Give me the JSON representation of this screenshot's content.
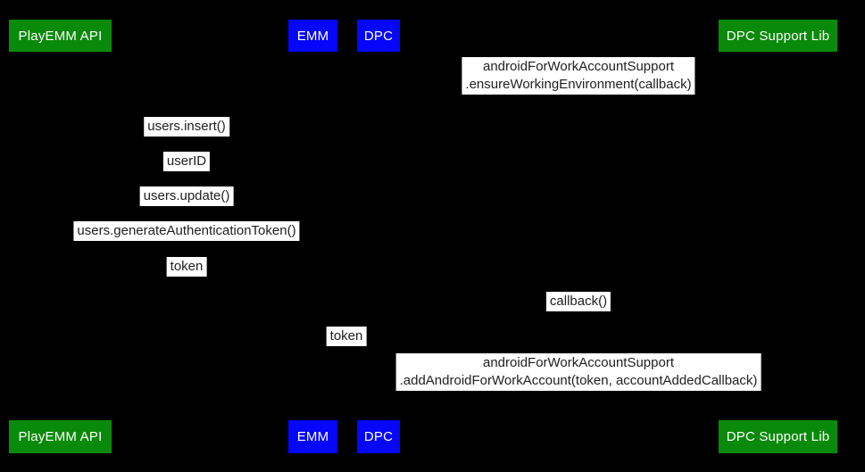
{
  "colors": {
    "background": "#000000",
    "participant_green": "#0a8a0a",
    "participant_blue": "#0606fb",
    "participant_text": "#ffffff",
    "label_background": "#ffffff",
    "label_text": "#212121"
  },
  "participants": [
    {
      "label": "PlayEMM API",
      "color": "#0a8a0a"
    },
    {
      "label": "EMM",
      "color": "#0606fb"
    },
    {
      "label": "DPC",
      "color": "#0606fb"
    },
    {
      "label": "DPC Support Lib",
      "color": "#0a8a0a"
    }
  ],
  "messages": [
    {
      "between": [
        "DPC",
        "DPC Support Lib"
      ],
      "line1": "androidForWorkAccountSupport",
      "line2": ".ensureWorkingEnvironment(callback)"
    },
    {
      "between": [
        "PlayEMM API",
        "EMM"
      ],
      "line1": "users.insert()"
    },
    {
      "between": [
        "PlayEMM API",
        "EMM"
      ],
      "line1": "userID"
    },
    {
      "between": [
        "PlayEMM API",
        "EMM"
      ],
      "line1": "users.update()"
    },
    {
      "between": [
        "PlayEMM API",
        "EMM"
      ],
      "line1": "users.generateAuthenticationToken()"
    },
    {
      "between": [
        "PlayEMM API",
        "EMM"
      ],
      "line1": "token"
    },
    {
      "between": [
        "DPC",
        "DPC Support Lib"
      ],
      "line1": "callback()"
    },
    {
      "between": [
        "EMM",
        "DPC"
      ],
      "line1": "token"
    },
    {
      "between": [
        "DPC",
        "DPC Support Lib"
      ],
      "line1": "androidForWorkAccountSupport",
      "line2": ".addAndroidForWorkAccount(token, accountAddedCallback)"
    }
  ]
}
